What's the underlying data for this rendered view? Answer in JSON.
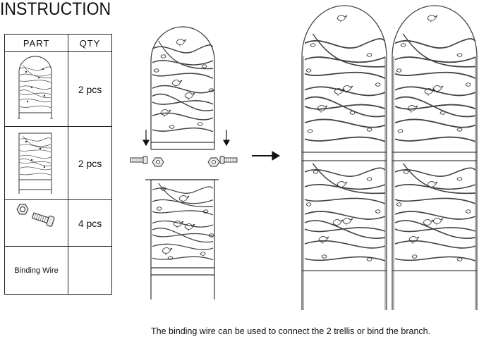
{
  "title": "INSTRUCTION",
  "parts_table": {
    "headers": {
      "part": "PART",
      "qty": "QTY"
    },
    "rows": [
      {
        "icon": "arched-trellis-panel-icon",
        "qty": "2 pcs"
      },
      {
        "icon": "rectangular-trellis-panel-icon",
        "qty": "2 pcs"
      },
      {
        "icon": "bolt-and-nut-icon",
        "qty": "4 pcs"
      },
      {
        "label": "Binding Wire",
        "qty": ""
      }
    ]
  },
  "caption": "The binding wire can be used to connect the 2 trellis or bind the branch.",
  "colors": {
    "line": "#222222",
    "border": "#222222",
    "background": "#ffffff"
  }
}
